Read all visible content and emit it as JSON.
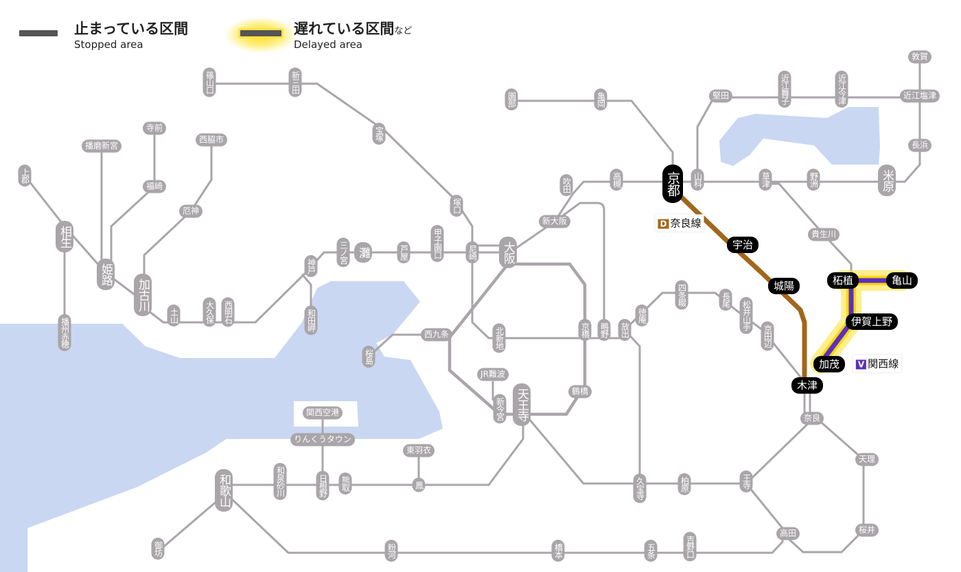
{
  "legend": {
    "stopped_jp": "止まっている区間",
    "stopped_en": "Stopped area",
    "delayed_jp": "遅れている区間",
    "delayed_suffix": "など",
    "delayed_en": "Delayed area"
  },
  "colors": {
    "line": "#aaa5aa",
    "water": "#c9d7f2",
    "nara_line": "#a2661c",
    "kansai_line": "#5b2fc2",
    "delay_glow": "#ffd800"
  },
  "line_badges": {
    "nara": {
      "mark": "D",
      "name": "奈良線"
    },
    "kansai": {
      "mark": "V",
      "name": "関西線"
    }
  },
  "stations": {
    "sasayamaguchi": "篠山口",
    "shinsanda": "新三田",
    "takarazuka": "宝塚",
    "tsukaguchi": "塚口",
    "amagasaki": "尼崎",
    "koshienguchi": "甲子園口",
    "ashiya": "芦屋",
    "nada": "灘",
    "sannomiya": "三ノ宮",
    "kobe": "神戸",
    "wadamisaki": "和田岬",
    "nishiakashi": "西明石",
    "okubo": "大久保",
    "tsuchiyama": "土山",
    "kakogawa": "加古川",
    "yakujin": "厄神",
    "nishiwakishi": "西脇市",
    "fukusaki": "福崎",
    "teramae": "寺前",
    "harimashingu": "播磨新宮",
    "kamigori": "上郡",
    "aioi": "相生",
    "himeji": "姫路",
    "banshuako": "播州赤穂",
    "osaka": "大阪",
    "shinosaka": "新大阪",
    "suita": "吹田",
    "takatsuki": "高槻",
    "kyoto": "京都",
    "yamashina": "山科",
    "kameoka": "亀岡",
    "sonobe": "園部",
    "katata": "堅田",
    "omimaiko": "近江舞子",
    "omiimazu": "近江今津",
    "omishiotsu": "近江塩津",
    "tsuruga": "敦賀",
    "nagahama": "長浜",
    "maibara": "米原",
    "yasu": "野洲",
    "kusatsu": "草津",
    "kibukawa": "貴生川",
    "tsuge": "柘植",
    "kameyama": "亀山",
    "igaueno": "伊賀上野",
    "kamo": "加茂",
    "kizu": "木津",
    "uji": "宇治",
    "joyo": "城陽",
    "nara": "奈良",
    "tenri": "天理",
    "sakurai": "桜井",
    "takada": "高田",
    "oji": "王寺",
    "kashiwara": "柏原",
    "kyuhoji": "久宝寺",
    "hanaten": "放出",
    "shigino": "鴫野",
    "kyobashi": "京橋",
    "tokuan": "徳庵",
    "shijonawate": "四条畷",
    "nagao": "長尾",
    "matsuiyamate": "松井山手",
    "kyotanabe": "京田辺",
    "kitashinchi": "北新地",
    "nishikujo": "西九条",
    "sakurajima": "桜島",
    "jrnamba": "JR難波",
    "shinimamiya": "新今宮",
    "tennoji": "天王寺",
    "tsuruhashi": "鶴橋",
    "kansaiairport": "関西空港",
    "rinkutown": "りんくうタウン",
    "higashihagoromo": "東羽衣",
    "otori": "鳳",
    "kumatori": "熊取",
    "hineno": "日根野",
    "izumisunagawa": "和泉砂川",
    "wakayama": "和歌山",
    "gobo": "御坊",
    "kokawa": "粉河",
    "hashimoto": "橋本",
    "gojo": "五条",
    "yoshinoguchi": "吉野口"
  }
}
